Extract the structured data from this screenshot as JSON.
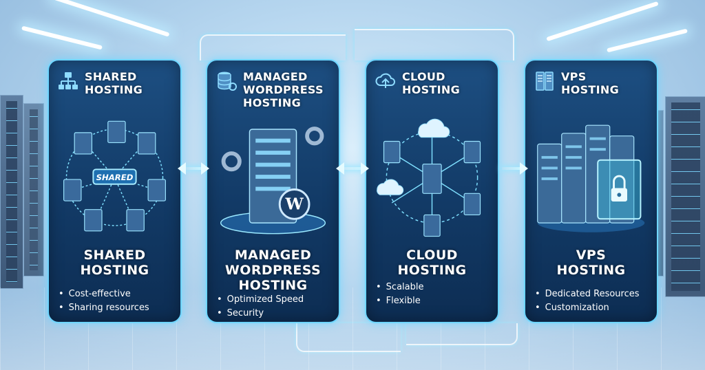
{
  "cards": [
    {
      "header": "SHARED\nHOSTING",
      "badge": "SHARED",
      "title": "SHARED\nHOSTING",
      "features": [
        "Cost-effective",
        "Sharing resources"
      ]
    },
    {
      "header": "MANAGED\nWORDPRESS\nHOSTING",
      "title": "MANAGED\nWORDPRESS\nHOSTING",
      "features": [
        "Optimized Speed",
        "Security"
      ]
    },
    {
      "header": "CLOUD\nHOSTING",
      "title": "CLOUD\nHOSTING",
      "features": [
        "Scalable",
        "Flexible"
      ]
    },
    {
      "header": "VPS\nHOSTING",
      "title": "VPS\nHOSTING",
      "features": [
        "Dedicated Resources",
        "Customization"
      ]
    }
  ],
  "colors": {
    "accent": "#6fd6ff",
    "panel": "#123a66",
    "glow": "#c8f4ff"
  },
  "icons": [
    "network-tree-icon",
    "database-icon",
    "cloud-upload-icon",
    "server-icon",
    "wordpress-logo-icon",
    "padlock-icon",
    "gear-icon"
  ]
}
